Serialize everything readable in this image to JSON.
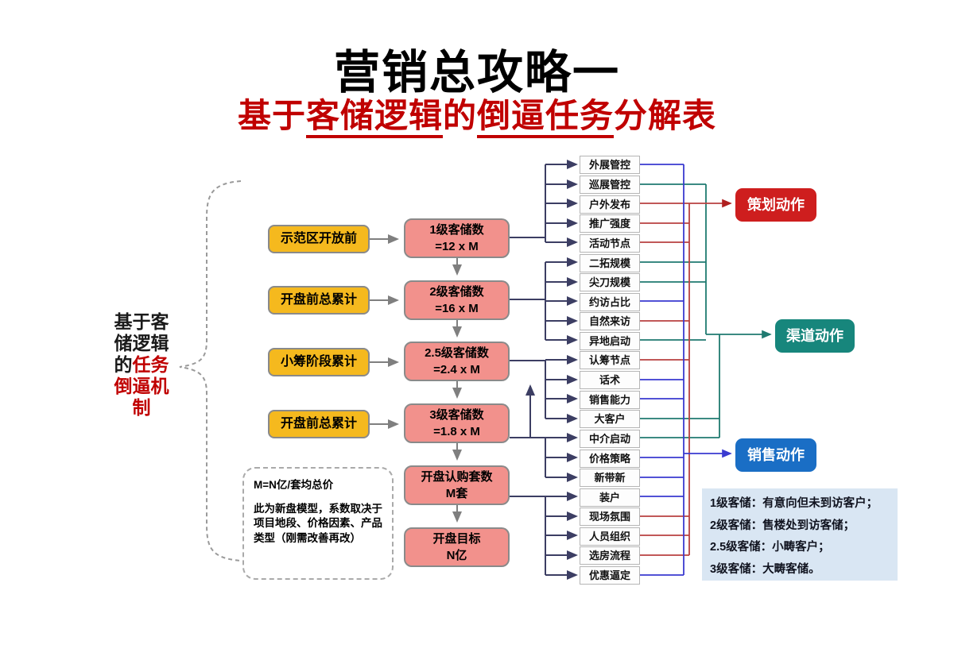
{
  "title": "营销总攻略一",
  "subtitle": {
    "parts": [
      {
        "text": "基于",
        "underline": false
      },
      {
        "text": "客储逻辑",
        "underline": true
      },
      {
        "text": "的",
        "underline": false
      },
      {
        "text": "倒逼任务",
        "underline": true
      },
      {
        "text": "分解表",
        "underline": false
      }
    ]
  },
  "left_label": {
    "black": "基于客储逻辑的",
    "red": "任务倒逼机制"
  },
  "stages": [
    {
      "label": "示范区开放前"
    },
    {
      "label": "开盘前总累计"
    },
    {
      "label": "小筹阶段累计"
    },
    {
      "label": "开盘前总累计"
    }
  ],
  "kpis": [
    {
      "line1": "1级客储数",
      "line2": "=12 x M"
    },
    {
      "line1": "2级客储数",
      "line2": "=16 x M"
    },
    {
      "line1": "2.5级客储数",
      "line2": "=2.4 x M"
    },
    {
      "line1": "3级客储数",
      "line2": "=1.8 x M"
    },
    {
      "line1": "开盘认购套数",
      "line2": "M套"
    },
    {
      "line1": "开盘目标",
      "line2": "N亿"
    }
  ],
  "note": {
    "line1": "M=N亿/套均总价",
    "line2": "此为新盘模型，系数取决于项目地段、价格因素、产品类型（刚需改善再改）"
  },
  "tasks": [
    {
      "label": "外展管控",
      "category": "sales"
    },
    {
      "label": "巡展管控",
      "category": "channel"
    },
    {
      "label": "户外发布",
      "category": "planning"
    },
    {
      "label": "推广强度",
      "category": "planning"
    },
    {
      "label": "活动节点",
      "category": "planning"
    },
    {
      "label": "二拓规模",
      "category": "channel"
    },
    {
      "label": "尖刀规模",
      "category": "channel"
    },
    {
      "label": "约访占比",
      "category": "sales"
    },
    {
      "label": "自然来访",
      "category": "planning"
    },
    {
      "label": "异地启动",
      "category": "channel"
    },
    {
      "label": "认筹节点",
      "category": "planning"
    },
    {
      "label": "话术",
      "category": "sales"
    },
    {
      "label": "销售能力",
      "category": "sales"
    },
    {
      "label": "大客户",
      "category": "channel"
    },
    {
      "label": "中介启动",
      "category": "channel"
    },
    {
      "label": "价格策略",
      "category": "sales"
    },
    {
      "label": "新带新",
      "category": "sales"
    },
    {
      "label": "装户",
      "category": "sales"
    },
    {
      "label": "现场氛围",
      "category": "planning"
    },
    {
      "label": "人员组织",
      "category": "planning"
    },
    {
      "label": "选房流程",
      "category": "planning"
    },
    {
      "label": "优惠逼定",
      "category": "sales"
    }
  ],
  "actions": [
    {
      "label": "策划动作",
      "color": "#ce1e1e"
    },
    {
      "label": "渠道动作",
      "color": "#17867c"
    },
    {
      "label": "销售动作",
      "color": "#1a6ec5"
    }
  ],
  "legend": {
    "lines": [
      "1级客储：有意向但未到访客户；",
      "2级客储：售楼处到访客储；",
      "2.5级客储：小畴客户；",
      "3级客储：大畴客储。"
    ]
  },
  "colors": {
    "subtitle_red": "#c00000",
    "stage_yellow": "#f5b91e",
    "kpi_pink": "#f2918c",
    "bus_blue": "#3a3ad0",
    "bus_red": "#b84040",
    "bus_teal": "#1f7a70",
    "connector_navy": "#3c3e63",
    "legend_bg": "#d9e6f3"
  }
}
